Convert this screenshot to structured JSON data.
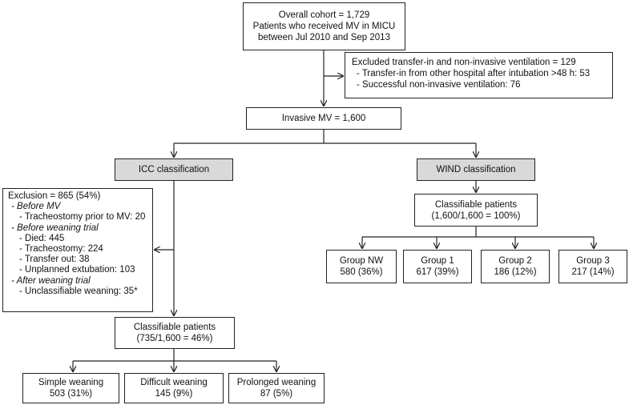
{
  "overall": {
    "line1": "Overall cohort = 1,729",
    "line2": "Patients who received MV in MICU",
    "line3": "between Jul 2010 and Sep 2013"
  },
  "excluded": {
    "title": "Excluded transfer-in and non-invasive ventilation = 129",
    "item1": "- Transfer-in from other hospital after intubation >48 h: 53",
    "item2": "- Successful non-invasive ventilation: 76"
  },
  "invasive": {
    "label": "Invasive MV = 1,600"
  },
  "icc": {
    "label": "ICC classification"
  },
  "wind": {
    "label": "WIND classification"
  },
  "exclusion": {
    "title": "Exclusion = 865 (54%)",
    "before_mv": "- Before MV",
    "tracheostomy_prior": "- Tracheostomy prior to MV: 20",
    "before_weaning": "- Before weaning trial",
    "died": "- Died: 445",
    "tracheostomy": "- Tracheostomy: 224",
    "transfer_out": "- Transfer out: 38",
    "unplanned": "- Unplanned extubation: 103",
    "after_weaning": "- After weaning trial",
    "unclassifiable": "- Unclassifiable weaning: 35*"
  },
  "icc_classifiable": {
    "line1": "Classifiable patients",
    "line2": "(735/1,600 = 46%)"
  },
  "wind_classifiable": {
    "line1": "Classifiable patients",
    "line2": "(1,600/1,600 = 100%)"
  },
  "icc_groups": [
    {
      "name": "Simple weaning",
      "value": "503 (31%)"
    },
    {
      "name": "Difficult weaning",
      "value": "145 (9%)"
    },
    {
      "name": "Prolonged weaning",
      "value": "87 (5%)"
    }
  ],
  "wind_groups": [
    {
      "name": "Group NW",
      "value": "580 (36%)"
    },
    {
      "name": "Group 1",
      "value": "617 (39%)"
    },
    {
      "name": "Group 2",
      "value": "186 (12%)"
    },
    {
      "name": "Group 3",
      "value": "217 (14%)"
    }
  ]
}
